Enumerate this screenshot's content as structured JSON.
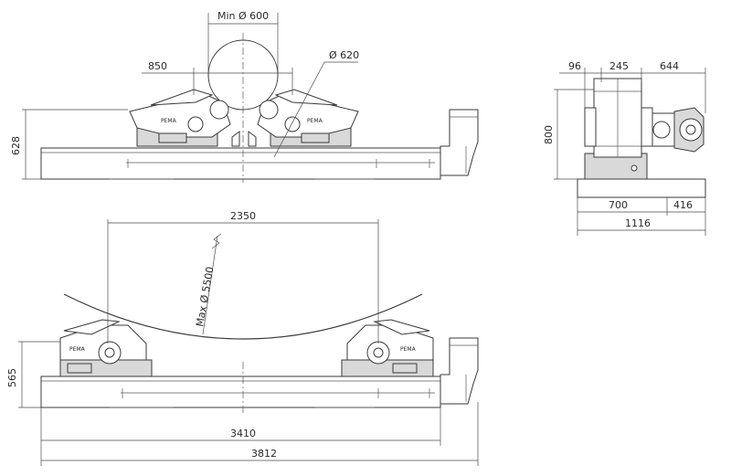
{
  "front_view_small": {
    "min_diameter": "Min Ø 600",
    "roll_diameter": "Ø 620",
    "roll_offset": "850",
    "height": "628"
  },
  "side_view": {
    "dim_top_left": "96",
    "dim_top_mid": "245",
    "dim_top_right": "644",
    "height": "800",
    "dim_bottom_left": "700",
    "dim_bottom_right": "416",
    "overall_width": "1116"
  },
  "front_view_large": {
    "max_diameter": "Max Ø 5500",
    "wheel_span": "2350",
    "height": "565",
    "base_length": "3410",
    "overall_length": "3812"
  },
  "colors": {
    "line": "#3a3a3a",
    "background": "#ffffff"
  }
}
